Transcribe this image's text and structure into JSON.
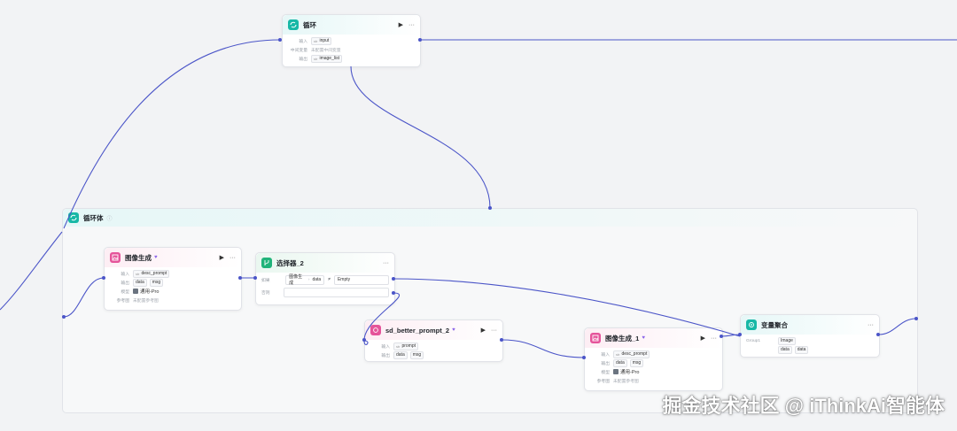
{
  "loop_node": {
    "title": "循环",
    "rows": [
      {
        "label": "输入",
        "value": "input",
        "type": "str"
      },
      {
        "label": "中间变量",
        "value": "未配置中间变量"
      },
      {
        "label": "输出",
        "value": "image_list",
        "type": "str"
      }
    ]
  },
  "loop_body": {
    "title": "循环体"
  },
  "image_gen": {
    "title": "图像生成",
    "input_label": "输入",
    "input_value": "desc_prompt",
    "input_type": "str",
    "output_label": "输出",
    "output_values": [
      "data",
      "msg"
    ],
    "model_label": "模型",
    "model_value": "通用-Pro",
    "ref_label": "参考图",
    "ref_value": "未配置参考图"
  },
  "selector": {
    "title": "选择器_2",
    "if_label": "如果",
    "source": "图像生成",
    "field": "data",
    "operator": "≠",
    "compare": "Empty",
    "else_label": "否则"
  },
  "sd_prompt": {
    "title": "sd_better_prompt_2",
    "input_label": "输入",
    "input_value": "prompt",
    "input_type": "str",
    "output_label": "输出",
    "output_values": [
      "data",
      "msg"
    ]
  },
  "image_gen_1": {
    "title": "图像生成_1",
    "input_label": "输入",
    "input_value": "desc_prompt",
    "input_type": "str",
    "output_label": "输出",
    "output_values": [
      "data",
      "msg"
    ],
    "model_label": "模型",
    "model_value": "通用-Pro",
    "ref_label": "参考图",
    "ref_value": "未配置参考图"
  },
  "var_merge": {
    "title": "变量聚合",
    "group_label": "Group1",
    "group_value": "Image",
    "items": [
      "data",
      "data"
    ]
  },
  "actions": {
    "run": "▶",
    "more": "···"
  },
  "colors": {
    "edge": "#4b55c8",
    "teal": "#17b8a6",
    "pink": "#e5549a",
    "green": "#21b37a"
  },
  "watermark": "掘金技术社区 @ iThinkAi智能体"
}
